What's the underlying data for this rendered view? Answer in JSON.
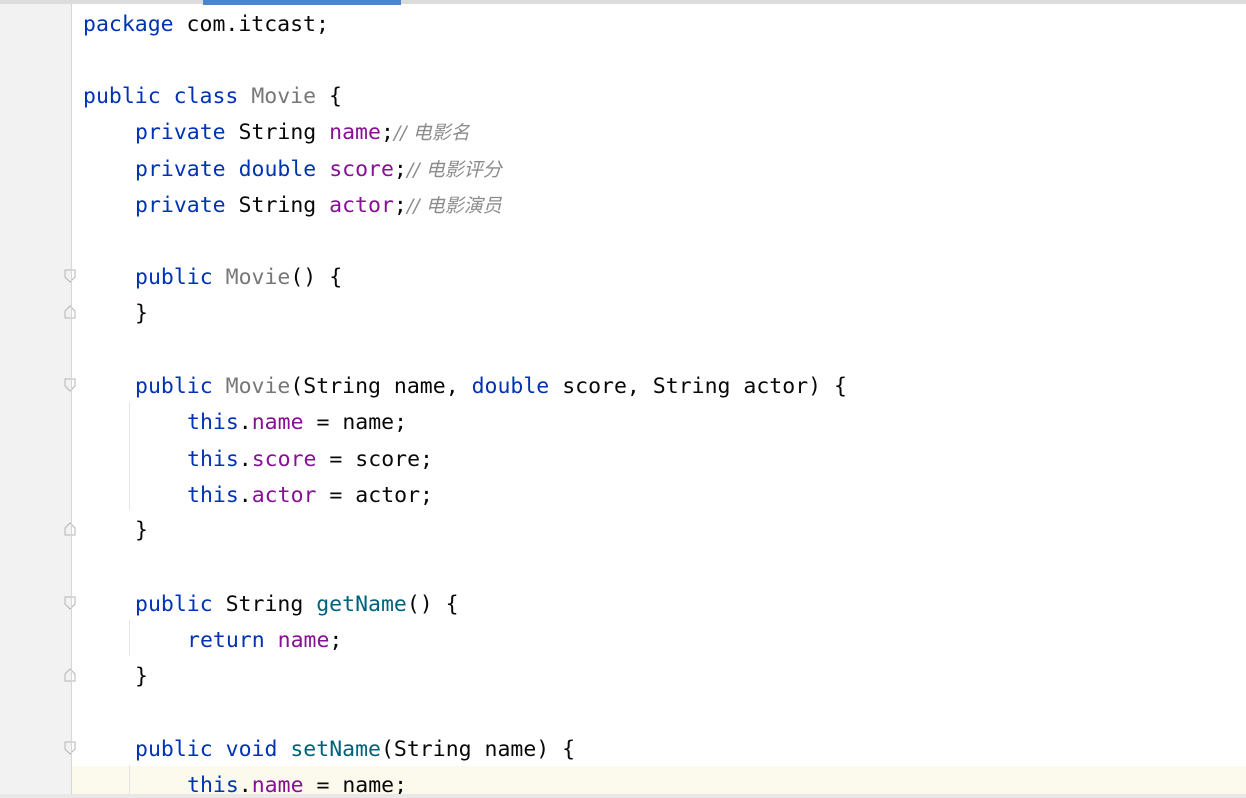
{
  "theme": {
    "keyword_color": "#0033b3",
    "class_color": "#777777",
    "field_color": "#871094",
    "method_color": "#00627a",
    "comment_color": "#8c8c8c",
    "accent_tab_color": "#4a86c8"
  },
  "editor": {
    "file_language": "java",
    "code": {
      "l1": {
        "kw": "package",
        "rest": " com.itcast;"
      },
      "l2": {
        "kw1": "public",
        "kw2": "class",
        "cls": "Movie",
        "rest": " {"
      },
      "l3": {
        "kw": "private",
        "type": " String ",
        "field": "name",
        "punct": ";",
        "comment": "// 电影名"
      },
      "l4": {
        "kw": "private",
        "kw2": "double",
        "field": "score",
        "punct": ";",
        "comment": "// 电影评分"
      },
      "l5": {
        "kw": "private",
        "type": " String ",
        "field": "actor",
        "punct": ";",
        "comment": "// 电影演员"
      },
      "l6": {
        "kw": "public",
        "cls": "Movie",
        "rest": "() {"
      },
      "l7": {
        "rest": "}"
      },
      "l8": {
        "kw": "public",
        "cls": "Movie",
        "p1": "(String name, ",
        "kw2": "double",
        "p2": " score, String actor) {"
      },
      "l9": {
        "kw": "this",
        "field": "name",
        "rest": " = name;"
      },
      "l10": {
        "kw": "this",
        "field": "score",
        "rest": " = score;"
      },
      "l11": {
        "kw": "this",
        "field": "actor",
        "rest": " = actor;"
      },
      "l12": {
        "rest": "}"
      },
      "l13": {
        "kw": "public",
        "type": " String ",
        "method": "getName",
        "rest": "() {"
      },
      "l14": {
        "kw": "return",
        "field": "name",
        "rest": ";"
      },
      "l15": {
        "rest": "}"
      },
      "l16": {
        "kw": "public",
        "kw2": "void",
        "method": "setName",
        "rest": "(String name) {"
      },
      "l17": {
        "kw": "this",
        "field": "name",
        "rest": " = name;"
      }
    }
  }
}
